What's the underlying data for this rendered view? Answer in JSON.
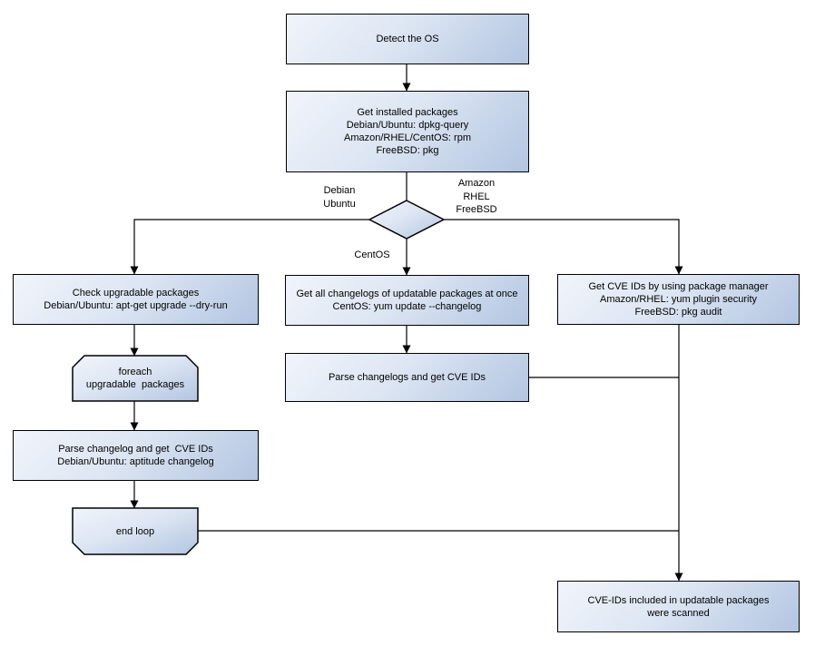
{
  "diagram": {
    "title": "OS package vulnerability scan flowchart",
    "colors": {
      "background": "#ffffff",
      "node_fill_light": "#f1f4fb",
      "node_fill_dark": "#b2c5e1",
      "node_border": "#000000",
      "line": "#000000",
      "text": "#000000"
    },
    "nodes": {
      "detect_os": {
        "label": "Detect the OS"
      },
      "get_installed": {
        "label": "Get installed packages\nDebian/Ubuntu: dpkg-query\nAmazon/RHEL/CentOS: rpm\nFreeBSD: pkg"
      },
      "os_decision": {
        "label": ""
      },
      "check_upgradable": {
        "label": "Check upgradable packages\nDebian/Ubuntu: apt-get upgrade --dry-run"
      },
      "foreach_loop": {
        "label": "foreach\nupgradable  packages"
      },
      "parse_changelog": {
        "label": "Parse changelog and get  CVE IDs\nDebian/Ubuntu: aptitude changelog"
      },
      "end_loop": {
        "label": "end loop"
      },
      "get_all_changelogs": {
        "label": "Get all changelogs of updatable packages at once\nCentOS: yum update --changelog"
      },
      "parse_changelogs": {
        "label": "Parse changelogs and get CVE IDs"
      },
      "get_cve_ids": {
        "label": "Get CVE IDs by using package manager\nAmazon/RHEL: yum plugin security\nFreeBSD: pkg audit"
      },
      "scan_result": {
        "label": "CVE-IDs included in updatable packages\nwere scanned"
      }
    },
    "edge_labels": {
      "debian_ubuntu": "Debian\nUbuntu",
      "amazon_rhel_freebsd": "Amazon\nRHEL\nFreeBSD",
      "centos": "CentOS"
    }
  }
}
